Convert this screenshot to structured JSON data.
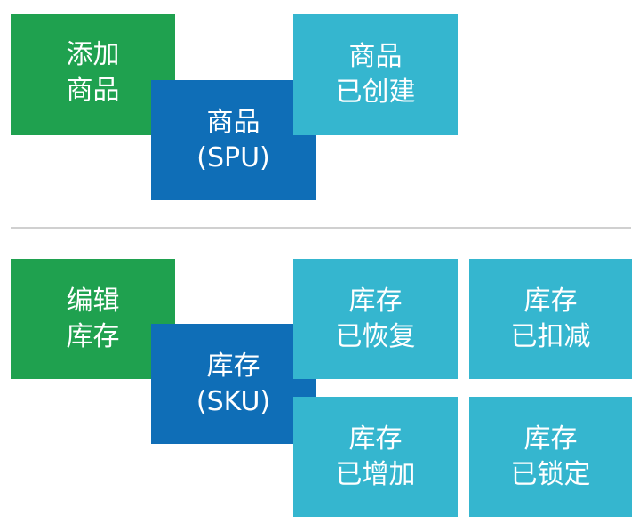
{
  "colors": {
    "command": "#1fa14f",
    "aggregate": "#0f6eb7",
    "event": "#35b6cf",
    "divider": "#d0d0d0"
  },
  "product": {
    "command": {
      "line1": "添加",
      "line2": "商品"
    },
    "aggregate": {
      "line1": "商品",
      "line2": "(SPU)"
    },
    "events": [
      {
        "line1": "商品",
        "line2": "已创建"
      }
    ]
  },
  "inventory": {
    "command": {
      "line1": "编辑",
      "line2": "库存"
    },
    "aggregate": {
      "line1": "库存",
      "line2": "(SKU)"
    },
    "events": [
      {
        "line1": "库存",
        "line2": "已恢复"
      },
      {
        "line1": "库存",
        "line2": "已扣减"
      },
      {
        "line1": "库存",
        "line2": "已增加"
      },
      {
        "line1": "库存",
        "line2": "已锁定"
      }
    ]
  }
}
